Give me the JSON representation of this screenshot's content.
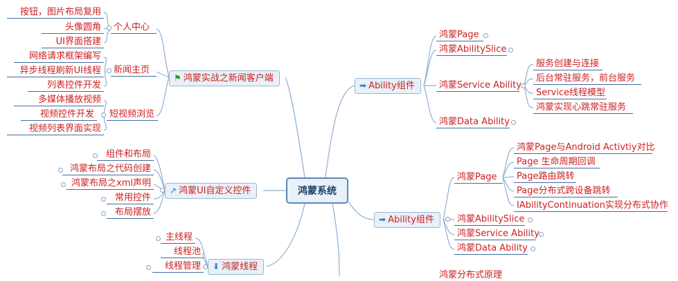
{
  "root": "鸿蒙系统",
  "left": {
    "news_client": {
      "label": "鸿蒙实战之新闻客户端",
      "groups": [
        {
          "label": "个人中心",
          "children": [
            "按钮，图片布局复用",
            "头像圆角",
            "UI界面搭建"
          ]
        },
        {
          "label": "新闻主页",
          "children": [
            "网络请求框架编写",
            "异步线程刷新UI线程",
            "列表控件开发"
          ]
        },
        {
          "label": "短视频浏览",
          "children": [
            "多媒体播放视频",
            "视频控件开发",
            "视频列表界面实现"
          ]
        }
      ]
    },
    "ui_custom": {
      "label": "鸿蒙UI自定义控件",
      "children": [
        "组件和布局",
        "鸿蒙布局之代码创建",
        "鸿蒙布局之xml声明",
        "常用控件",
        "布局摆放"
      ]
    },
    "thread": {
      "label": "鸿蒙线程",
      "children": [
        "主线程",
        "线程池",
        "线程管理"
      ]
    }
  },
  "right": {
    "ability1": {
      "label": "Ability组件",
      "children": [
        "鸿蒙Page",
        "鸿蒙AbilitySlice",
        "鸿蒙Service Ability",
        "鸿蒙Data Ability"
      ],
      "service_children": [
        "服务创建与连接",
        "后台常驻服务，前台服务",
        "Service线程模型",
        "鸿蒙实现心跳常驻服务"
      ]
    },
    "ability2": {
      "label": "Ability组件",
      "children": [
        "鸿蒙Page",
        "鸿蒙AbilitySlice",
        "鸿蒙Service Ability",
        "鸿蒙Data Ability"
      ],
      "page_children": [
        "鸿蒙Page与Android Activtiy对比",
        "Page 生命周期回调",
        "Page路由跳转",
        "Page分布式跨设备跳转",
        "IAbilityContinuation实现分布式协作"
      ]
    },
    "distributed": "鸿蒙分布式原理"
  },
  "icons": {
    "news_client": "flag-icon",
    "ui_custom": "arrow-up-right-icon",
    "thread": "arrow-down-icon",
    "ability": "arrow-right-icon"
  },
  "colors": {
    "text": "#cc1f1f",
    "line": "#3b6ea5",
    "box_fill": "#e8f0f8",
    "box_border": "#9bb7d4"
  }
}
